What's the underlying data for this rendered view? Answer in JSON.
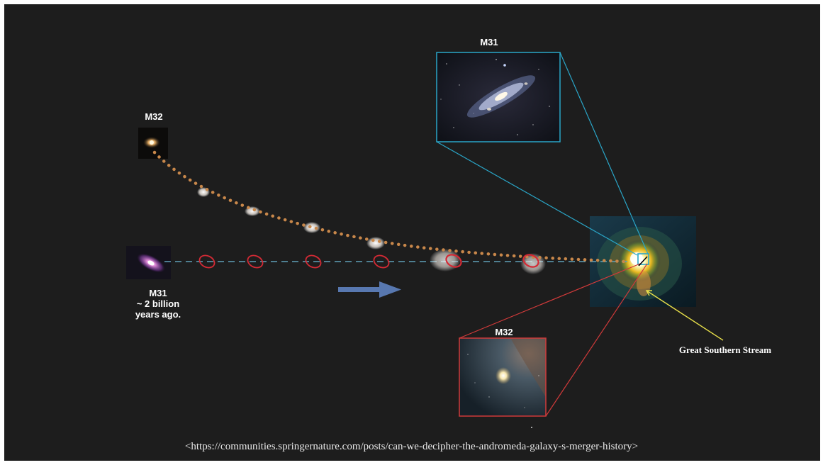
{
  "labels": {
    "m31_inset": "M31",
    "m32_start": "M32",
    "m32_inset": "M32",
    "m31_past_line1": "M31",
    "m31_past_line2": "~ 2 billion",
    "m31_past_line3": "years ago.",
    "great_southern_stream": "Great Southern Stream"
  },
  "source_url": "<https://communities.springernature.com/posts/can-we-decipher-the-andromeda-galaxy-s-merger-history>",
  "colors": {
    "background": "#1d1d1d",
    "trajectory_dots": "#c8874a",
    "m31_path_dashes": "#5fa0b8",
    "red_ellipse": "#d42a35",
    "motion_arrow": "#5878b0",
    "m31_inset_frame": "#2aa6c8",
    "m32_inset_frame": "#d03a3a",
    "stream_pointer": "#e8e04a"
  },
  "icons": {
    "motion_arrow": "arrow-right-icon"
  }
}
